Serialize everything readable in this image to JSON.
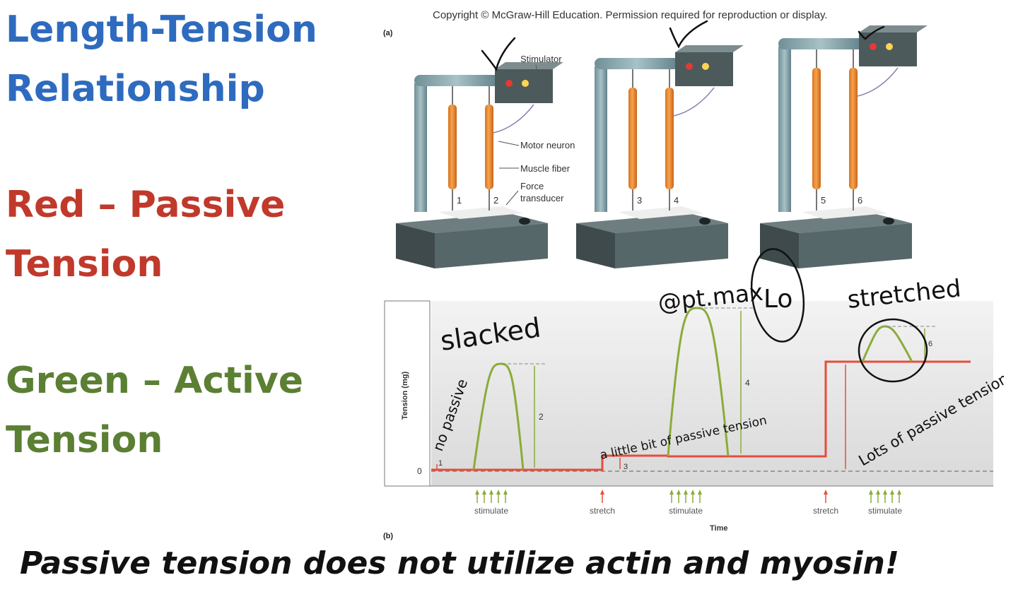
{
  "slide": {
    "title_line1": "Length-Tension",
    "title_line2": "Relationship",
    "red_line1": "Red – Passive",
    "red_line2": "Tension",
    "green_line1": "Green – Active",
    "green_line2": "Tension",
    "footer": "Passive tension does not utilize actin and myosin!"
  },
  "colors": {
    "title_blue": "#2e6bbf",
    "passive_red": "#c0392b",
    "active_green": "#5b7f33",
    "trace_red": "#e74c3c",
    "trace_green": "#8aac3a",
    "muscle_orange": "#f0923a"
  },
  "figure": {
    "copyright": "Copyright © McGraw-Hill Education. Permission required for reproduction or display.",
    "part_a": "(a)",
    "part_b": "(b)",
    "labels": {
      "stimulator": "Stimulator",
      "motor_neuron": "Motor neuron",
      "muscle_fiber": "Muscle fiber",
      "force": "Force",
      "transducer": "transducer"
    },
    "fiber_numbers": [
      "1",
      "2",
      "3",
      "4",
      "5",
      "6"
    ],
    "graph": {
      "ylabel": "Tension (mg)",
      "zero_label": "0",
      "xlabel": "Time",
      "measure_labels": [
        "1",
        "2",
        "3",
        "4",
        "6"
      ],
      "events": [
        "stimulate",
        "stretch",
        "stimulate",
        "stretch",
        "stimulate"
      ]
    },
    "handwriting": {
      "slacked": "slacked",
      "no_passive": "no passive",
      "a_little_bit": "a little bit of passive tension",
      "opt_max": "@pt.max",
      "lo": "Lo",
      "stretched": "stretched",
      "lots": "Lots of passive tension"
    }
  }
}
